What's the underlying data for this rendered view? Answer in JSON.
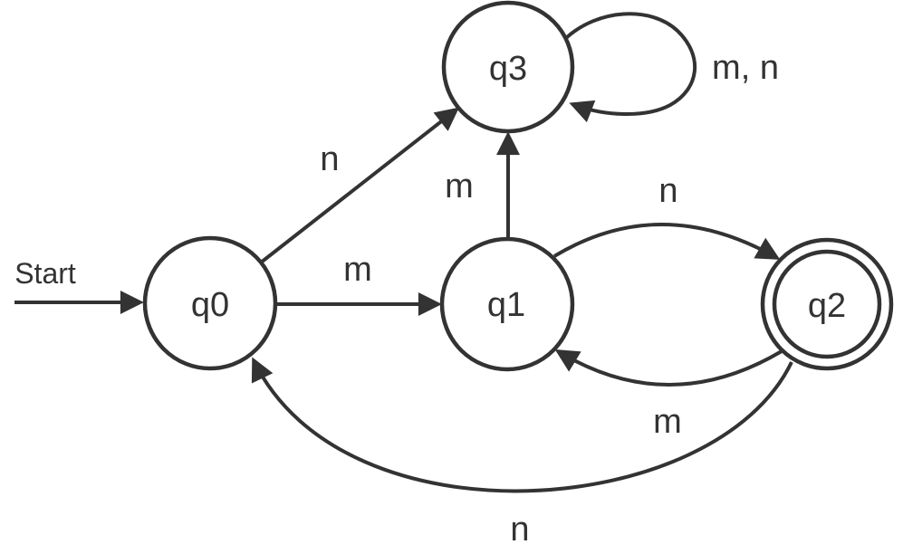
{
  "diagram": {
    "type": "finite-state-machine",
    "colors": {
      "stroke": "#333333",
      "background": "#ffffff"
    },
    "start_label": "Start",
    "states": [
      {
        "id": "q0",
        "label": "q0",
        "accepting": false,
        "initial": true
      },
      {
        "id": "q1",
        "label": "q1",
        "accepting": false,
        "initial": false
      },
      {
        "id": "q2",
        "label": "q2",
        "accepting": true,
        "initial": false
      },
      {
        "id": "q3",
        "label": "q3",
        "accepting": false,
        "initial": false
      }
    ],
    "transitions": [
      {
        "from": "q0",
        "to": "q1",
        "label": "m"
      },
      {
        "from": "q0",
        "to": "q3",
        "label": "n"
      },
      {
        "from": "q1",
        "to": "q3",
        "label": "m"
      },
      {
        "from": "q1",
        "to": "q2",
        "label": "n"
      },
      {
        "from": "q2",
        "to": "q1",
        "label": "m"
      },
      {
        "from": "q2",
        "to": "q0",
        "label": "n"
      },
      {
        "from": "q3",
        "to": "q3",
        "label": "m, n"
      }
    ]
  }
}
